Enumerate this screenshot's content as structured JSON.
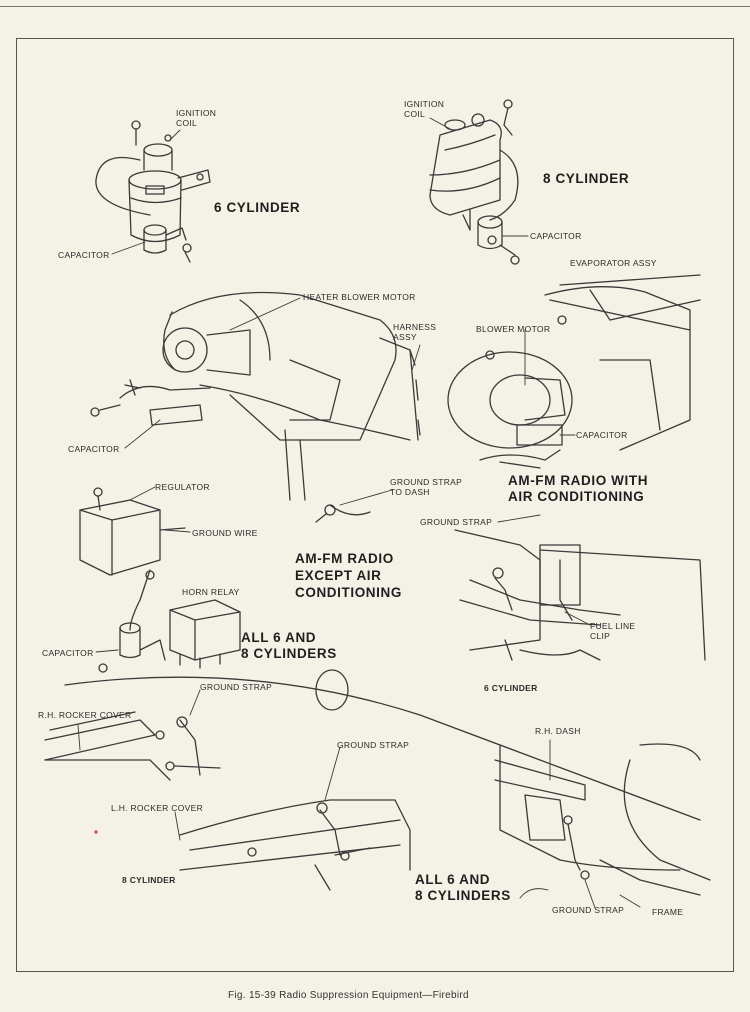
{
  "labels": {
    "ignition_coil_6": "IGNITION\nCOIL",
    "capacitor_6": "CAPACITOR",
    "six_cylinder_title": "6 CYLINDER",
    "ignition_coil_8": "IGNITION\nCOIL",
    "eight_cylinder_title": "8 CYLINDER",
    "capacitor_8": "CAPACITOR",
    "evaporator_assy": "EVAPORATOR ASSY",
    "heater_blower_motor": "HEATER BLOWER MOTOR",
    "harness_assy": "HARNESS\nASSY",
    "blower_motor": "BLOWER MOTOR",
    "capacitor_heater": "CAPACITOR",
    "capacitor_ac": "CAPACITOR",
    "ground_strap_dash": "GROUND STRAP\nTO DASH",
    "am_fm_ac": "AM-FM RADIO WITH\nAIR CONDITIONING",
    "regulator": "REGULATOR",
    "ground_wire": "GROUND WIRE",
    "am_fm_except": "AM-FM RADIO\nEXCEPT AIR\nCONDITIONING",
    "ground_strap_fuel": "GROUND STRAP",
    "fuel_line_clip": "FUEL LINE\nCLIP",
    "horn_relay": "HORN RELAY",
    "all_6_8_top": "ALL 6 AND\n8 CYLINDERS",
    "capacitor_relay": "CAPACITOR",
    "six_cylinder_small": "6 CYLINDER",
    "ground_strap_rocker": "GROUND STRAP",
    "rh_rocker_cover": "R.H. ROCKER COVER",
    "ground_strap_right": "GROUND STRAP",
    "rh_dash": "R.H. DASH",
    "lh_rocker_cover": "L.H. ROCKER COVER",
    "eight_cylinder_small": "8 CYLINDER",
    "all_6_8_bottom": "ALL 6 AND\n8 CYLINDERS",
    "ground_strap_frame": "GROUND STRAP",
    "frame": "FRAME"
  },
  "caption": "Fig. 15-39  Radio Suppression Equipment—Firebird"
}
